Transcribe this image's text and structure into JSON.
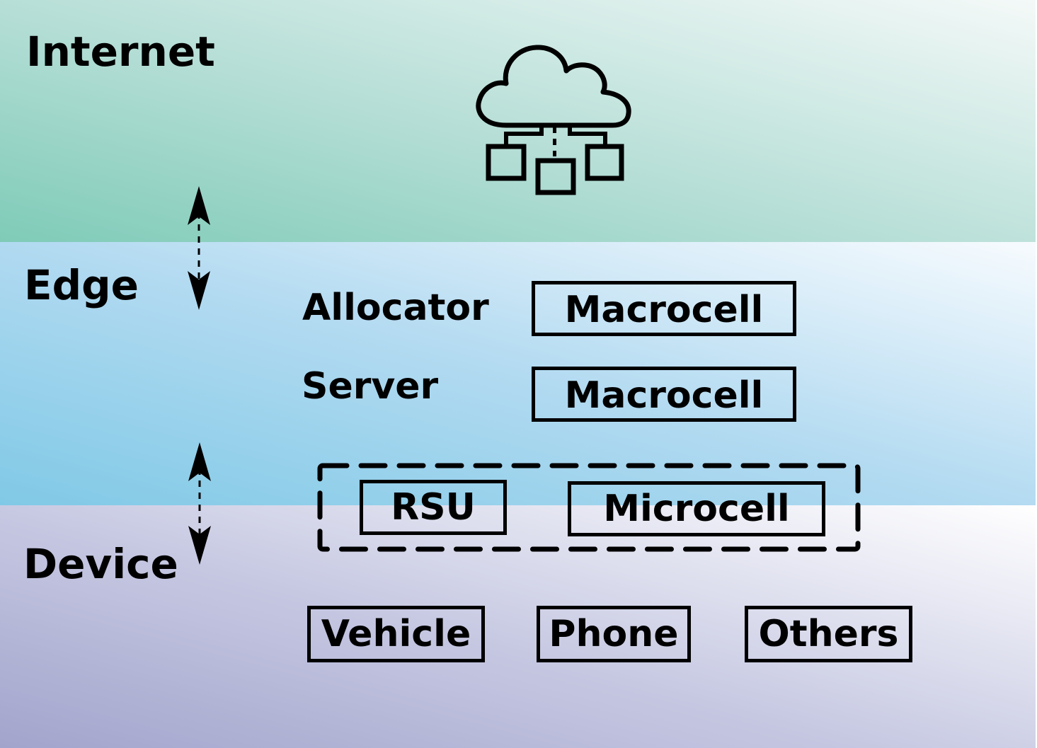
{
  "layers": {
    "internet": "Internet",
    "edge": "Edge",
    "device": "Device"
  },
  "edge": {
    "allocator_label": "Allocator",
    "allocator_box": "Macrocell",
    "server_label": "Server",
    "server_box": "Macrocell"
  },
  "access_group": {
    "rsu": "RSU",
    "microcell": "Microcell"
  },
  "devices": {
    "vehicle": "Vehicle",
    "phone": "Phone",
    "others": "Others"
  },
  "icons": {
    "cloud": "cloud-network-icon",
    "arrow": "bidirectional-dashed-arrow-icon"
  }
}
